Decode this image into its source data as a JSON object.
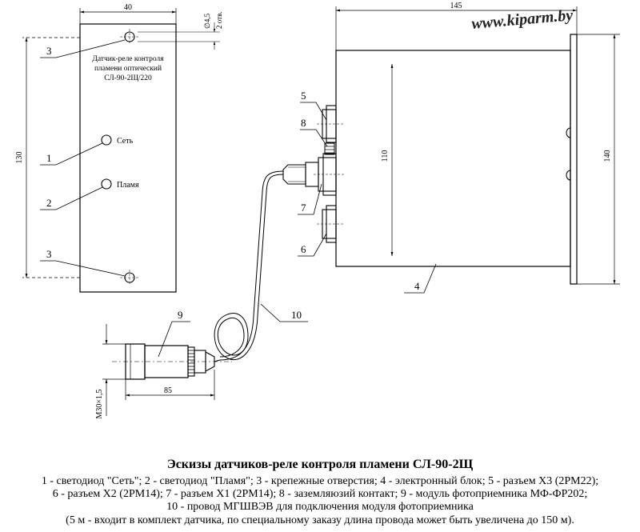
{
  "watermark": "www.kiparm.by",
  "panel": {
    "width_dim": "40",
    "height_dim": "130",
    "hole_dim": "∅4,5",
    "hole_count": "2 отв.",
    "label_line1": "Датчик-реле контроля",
    "label_line2": "пламени оптический",
    "label_line3": "СЛ-90-2Щ/220",
    "led_net_label": "Сеть",
    "led_flame_label": "Пламя"
  },
  "block": {
    "length_dim": "145",
    "body_height_dim": "110",
    "flange_height_dim": "140"
  },
  "sensor": {
    "length_dim": "85",
    "thread_dim": "М30×1,5"
  },
  "callouts": {
    "c1": "1",
    "c2": "2",
    "c3a": "3",
    "c3b": "3",
    "c4": "4",
    "c5": "5",
    "c6": "6",
    "c7": "7",
    "c8": "8",
    "c9": "9",
    "c10": "10"
  },
  "caption": {
    "title": "Эскизы датчиков-реле контроля пламени СЛ-90-2Щ",
    "line1": "1 - светодиод \"Сеть\"; 2 - светодиод \"Пламя\"; 3 - крепежные отверстия; 4 - электронный блок; 5 - разъем Х3 (2РМ22);",
    "line2": "6 - разъем Х2 (2РМ14); 7 - разъем Х1 (2РМ14); 8 - заземляюзий контакт; 9 - модуль фотоприемника МФ-ФР202;",
    "line3": "10 - провод  МГШВЭВ для подключения модуля фотоприемника",
    "line4": "(5 м - входит в комплект датчика, по специальному заказу длина провода может быть увеличена до 150 м)."
  }
}
